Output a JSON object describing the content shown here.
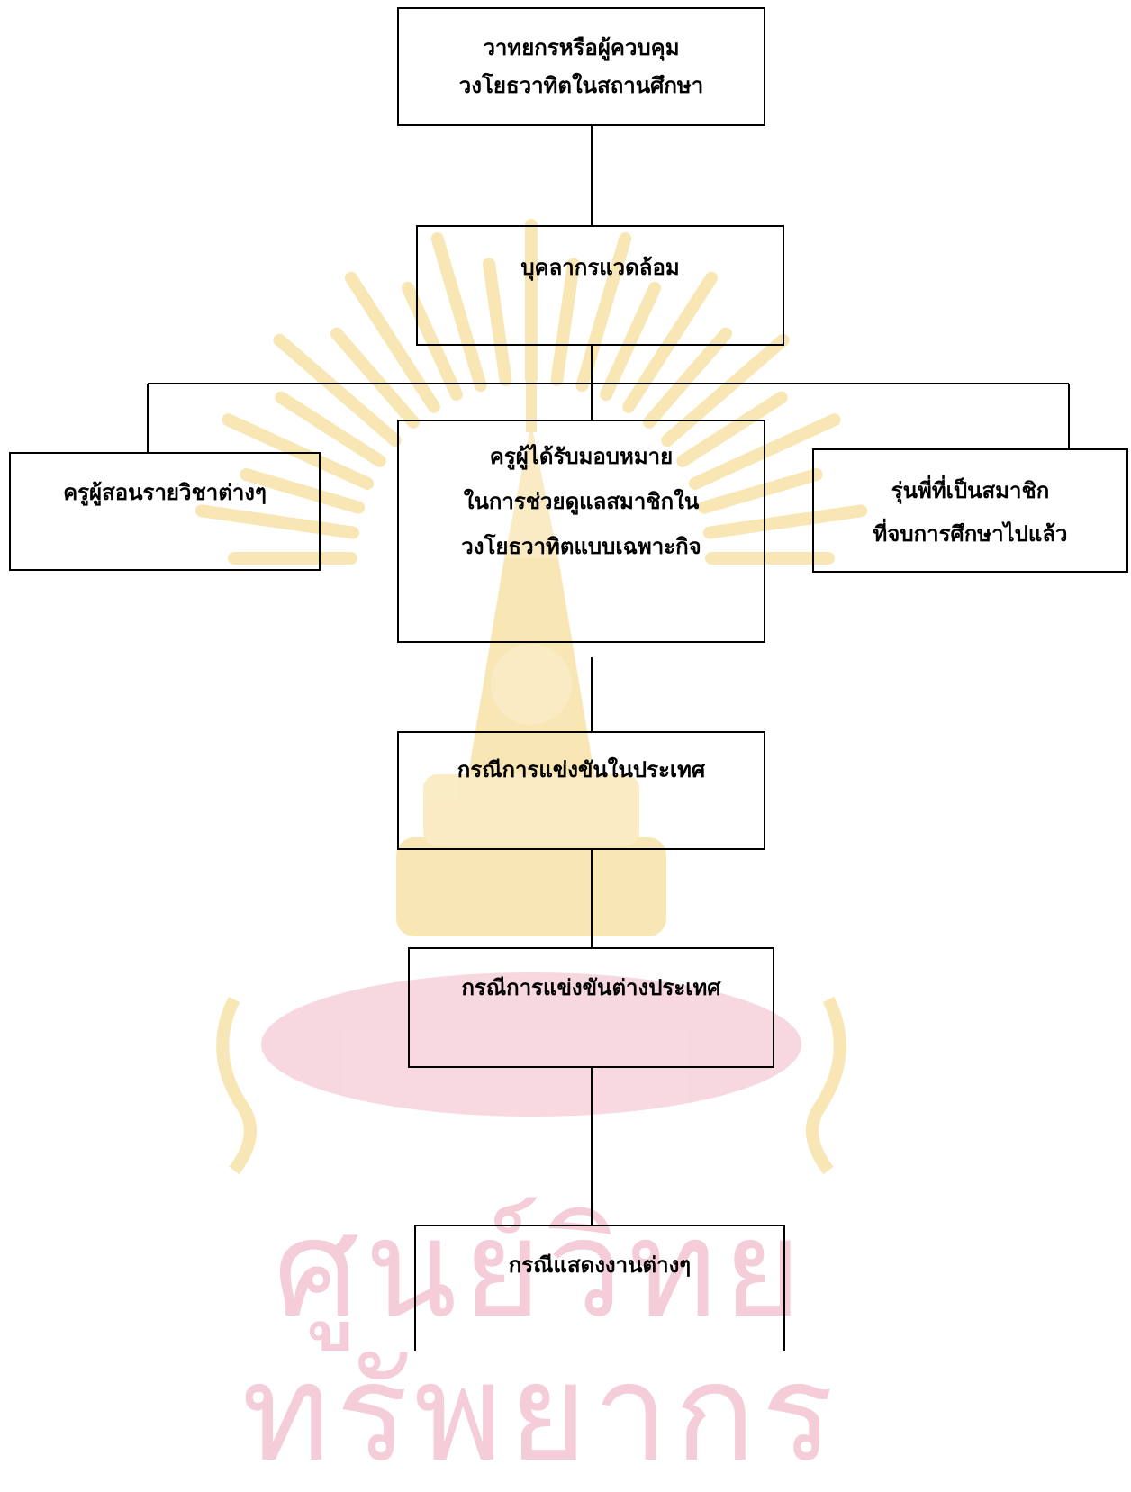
{
  "watermark": {
    "text": "ศูนย์วิทยทรัพยากร",
    "seal": "chulalongkorn-university-seal",
    "text_color": "#f4c8d4",
    "seal_color": "#f3d37a"
  },
  "nodes": {
    "root": {
      "lines": [
        "วาทยกรหรือผู้ควบคุม",
        "วงโยธวาทิตในสถานศึกษา"
      ]
    },
    "personnel": {
      "lines": [
        "บุคลากรแวดล้อม"
      ]
    },
    "subject_teachers": {
      "lines": [
        "ครูผู้สอนรายวิชาต่างๆ"
      ]
    },
    "assigned_teacher": {
      "lines": [
        "ครูผู้ได้รับมอบหมาย",
        "ในการช่วยดูแลสมาชิกใน",
        "วงโยธวาทิตแบบเฉพาะกิจ"
      ]
    },
    "alumni": {
      "lines": [
        "รุ่นพี่ที่เป็นสมาชิก",
        "ที่จบการศึกษาไปแล้ว"
      ]
    },
    "domestic": {
      "lines": [
        "กรณีการแข่งขันในประเทศ"
      ]
    },
    "international": {
      "lines": [
        "กรณีการแข่งขันต่างประเทศ"
      ]
    },
    "performances": {
      "lines": [
        "กรณีแสดงงานต่างๆ"
      ]
    }
  }
}
